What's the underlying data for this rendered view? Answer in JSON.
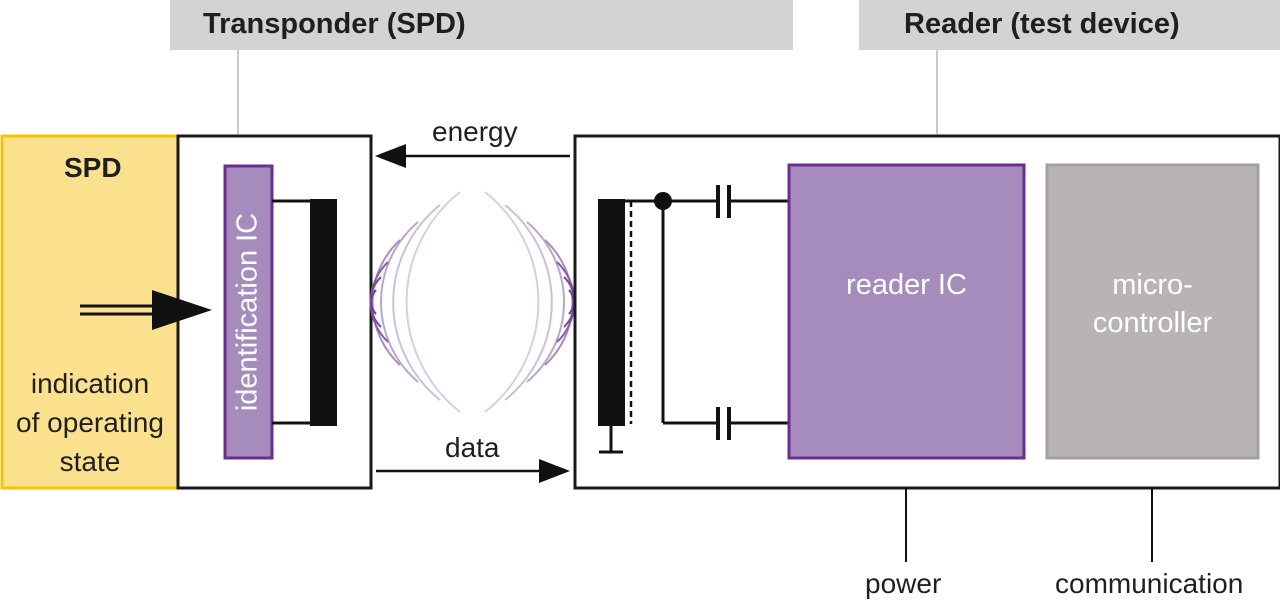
{
  "headers": {
    "transponder": "Transponder (SPD)",
    "reader": "Reader (test device)"
  },
  "spd": {
    "title": "SPD",
    "indication_line1": "indication",
    "indication_line2": "of operating",
    "indication_line3": "state"
  },
  "transponder": {
    "ic_label": "identification IC"
  },
  "signals": {
    "energy": "energy",
    "data": "data"
  },
  "reader": {
    "reader_ic": "reader IC",
    "micro_line1": "micro-",
    "micro_line2": "controller",
    "power": "power",
    "communication": "communication"
  },
  "colors": {
    "spd_fill": "#fbe08e",
    "spd_border": "#f5c400",
    "header_bar": "#d3d3d4",
    "ic_purple": "#a68bbd",
    "ic_border": "#6b2e8a",
    "micro_gray": "#b7b4b3",
    "wave_purple": "#8a5fa8"
  }
}
